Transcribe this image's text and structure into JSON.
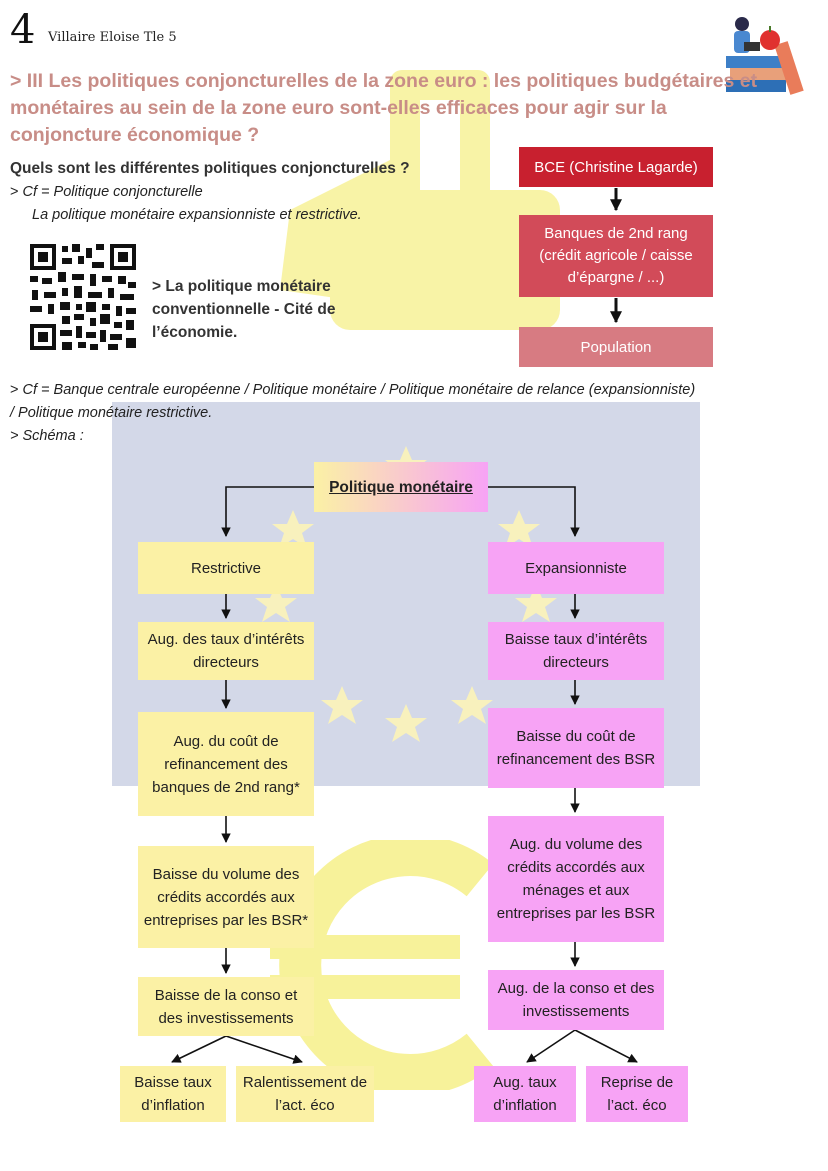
{
  "header": {
    "page_number": "4",
    "author": "Villaire Eloise Tle 5"
  },
  "title": "> III Les politiques conjoncturelles de la zone euro : les politiques budgétaires et monétaires au sein de la zone euro sont-elles efficaces pour agir sur la conjoncture économique ?",
  "question": "Quels sont les différentes politiques conjoncturelles ?",
  "cf1_prefix": "> ",
  "cf1": "Cf = Politique conjoncturelle",
  "cf1_sub": "La politique monétaire expansionniste et restrictive.",
  "qr_caption": "> La politique monétaire conventionnelle - Cité de l’économie.",
  "bce_chart": {
    "box1": "BCE (Christine Lagarde)",
    "box2": "Banques de 2nd rang (crédit agricole / caisse d’épargne / ...)",
    "box3": "Population"
  },
  "cf2_prefix": "> ",
  "cf2": "Cf = Banque centrale européenne / Politique monétaire / Politique monétaire de relance (expansionniste)",
  "cf2_cont": "/ Politique monétaire restrictive.",
  "schema_label": "> Schéma :",
  "schema": {
    "root": "Politique monétaire",
    "left": {
      "head": "Restrictive",
      "s1": "Aug. des taux d’intérêts directeurs",
      "s2": "Aug. du coût de refinancement des banques de 2nd rang*",
      "s3": "Baisse du volume des crédits accordés aux entreprises par les BSR*",
      "s4": "Baisse de la conso et des investissements",
      "out1": "Baisse taux d’inflation",
      "out2": "Ralentissement de l’act. éco"
    },
    "right": {
      "head": "Expansionniste",
      "s1": "Baisse taux d’intérêts directeurs",
      "s2": "Baisse du coût de refinancement des BSR",
      "s3": "Aug. du volume des crédits accordés aux ménages et aux entreprises par les BSR",
      "s4": "Aug. de la conso et des investissements",
      "out1": "Aug. taux d’inflation",
      "out2": "Reprise de l’act. éco"
    }
  },
  "colors": {
    "title": "#c88d87",
    "bce_dark": "#c8202f",
    "bce_mid": "#d24b59",
    "bce_light": "#d77b82",
    "restrictive": "#fbf1a5",
    "expansionniste": "#f7a3f5",
    "eu_flag_bg": "#d3d8e8"
  },
  "icons": [
    "books-reader-icon",
    "qr-code-icon",
    "euro-sign-icon",
    "eu-stars-icon",
    "hand-vote-icon"
  ]
}
